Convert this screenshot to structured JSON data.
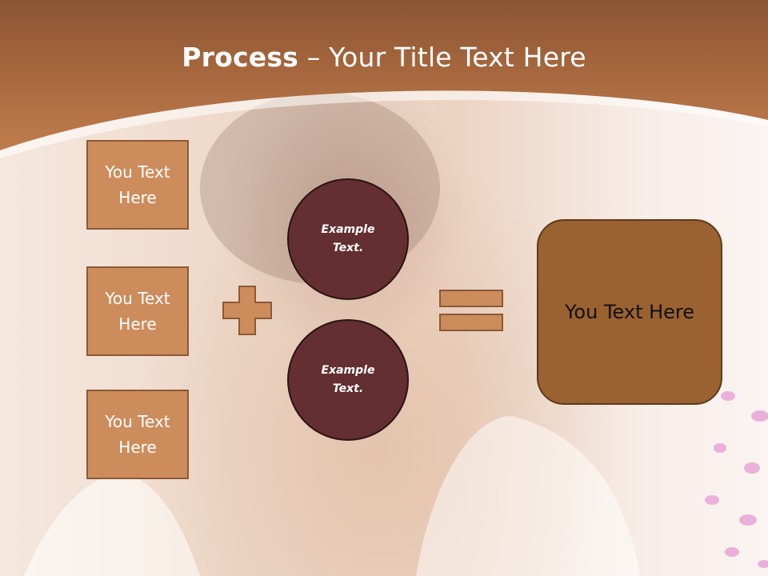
{
  "title": {
    "bold": "Process",
    "rest": " – Your Title Text Here"
  },
  "inputs": [
    {
      "label": "You Text Here"
    },
    {
      "label": "You Text Here"
    },
    {
      "label": "You Text Here"
    }
  ],
  "operands": [
    {
      "label": "Example Text."
    },
    {
      "label": "Example Text."
    }
  ],
  "result": {
    "label": "You Text Here"
  },
  "colors": {
    "header": "#b9784a",
    "box_fill": "#cd8c5c",
    "circle_fill": "#642f31",
    "result_fill": "#9a6131",
    "operator_fill": "#cd8c5c"
  }
}
